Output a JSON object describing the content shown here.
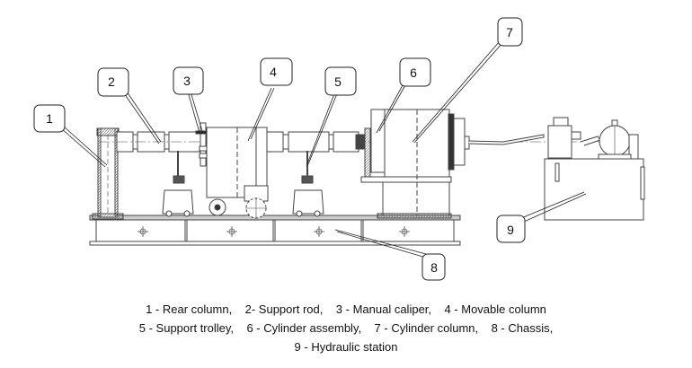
{
  "diagram": {
    "title": "Hydraulic test bench general arrangement",
    "callouts": [
      {
        "num": "1",
        "label": "Rear column"
      },
      {
        "num": "2",
        "label": "Support rod"
      },
      {
        "num": "3",
        "label": "Manual caliper"
      },
      {
        "num": "4",
        "label": "Movable column"
      },
      {
        "num": "5",
        "label": "Support trolley"
      },
      {
        "num": "6",
        "label": "Cylinder assembly"
      },
      {
        "num": "7",
        "label": "Cylinder column"
      },
      {
        "num": "8",
        "label": "Chassis"
      },
      {
        "num": "9",
        "label": "Hydraulic station"
      }
    ],
    "line_color": "#333333",
    "hatch_color": "#777777"
  },
  "caption": {
    "line1": "1 - Rear column,    2- Support rod,    3 - Manual caliper,    4 - Movable column",
    "line2": "5 - Support trolley,    6 - Cylinder assembly,    7 - Cylinder column,    8 - Chassis,",
    "line3": "9 - Hydraulic station"
  }
}
